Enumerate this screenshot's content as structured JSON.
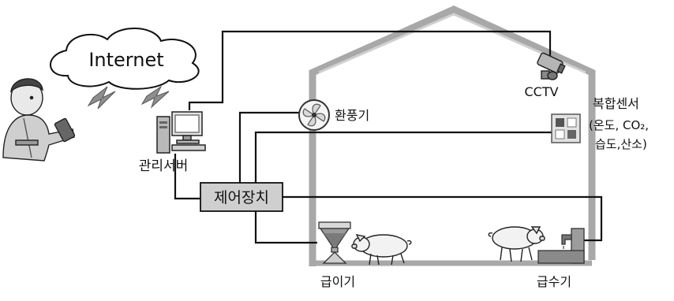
{
  "diagram": {
    "cloud_label": "Internet",
    "server_label": "관리서버",
    "controller_label": "제어장치",
    "fan_label": "환풍기",
    "cctv_label": "CCTV",
    "sensor_label_line1": "복합센서",
    "sensor_label_line2": "(온도, CO₂,",
    "sensor_label_line3": "습도,산소)",
    "feeder_label": "급이기",
    "waterer_label": "급수기"
  }
}
